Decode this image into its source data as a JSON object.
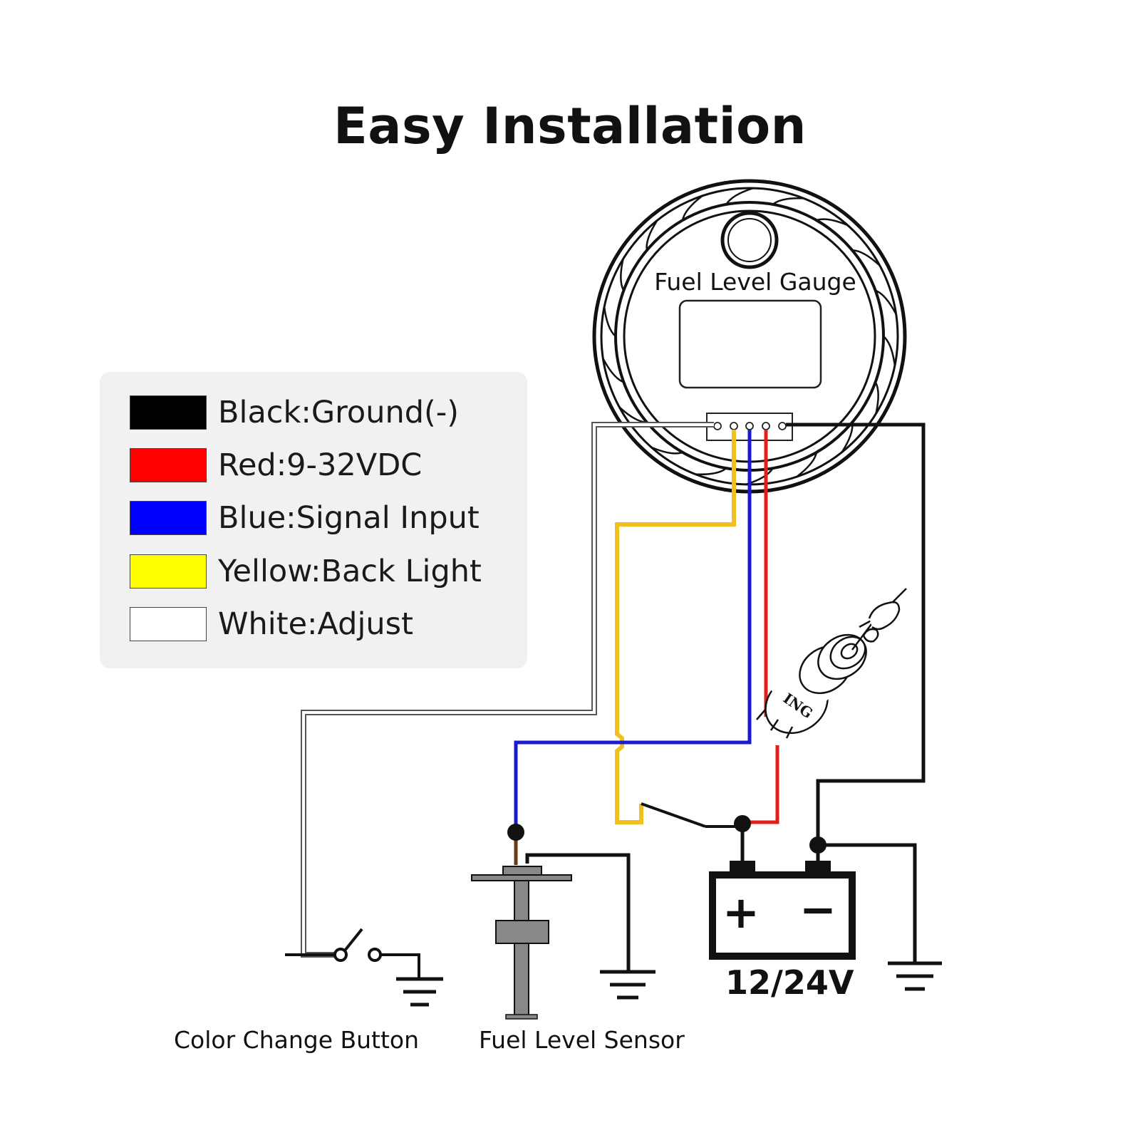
{
  "title": "Easy Installation",
  "legend": {
    "items": [
      {
        "label": "Black:Ground(-)",
        "color": "#000000"
      },
      {
        "label": "Red:9-32VDC",
        "color": "#ff0000"
      },
      {
        "label": "Blue:Signal Input",
        "color": "#0000ff"
      },
      {
        "label": "Yellow:Back Light",
        "color": "#ffff00"
      },
      {
        "label": "White:Adjust",
        "color": "#ffffff"
      }
    ]
  },
  "gauge": {
    "label": "Fuel Level Gauge"
  },
  "ignition_switch": {
    "label": "ING"
  },
  "battery": {
    "plus": "+",
    "minus": "−",
    "voltage": "12/24V"
  },
  "captions": {
    "color_change_button": "Color Change Button",
    "fuel_level_sensor": "Fuel Level Sensor"
  },
  "colors": {
    "wire_black": "#111111",
    "wire_red": "#e01e1e",
    "wire_blue": "#1a1ad0",
    "wire_yellow": "#f0c020",
    "legend_bg": "#f1f1f1"
  }
}
